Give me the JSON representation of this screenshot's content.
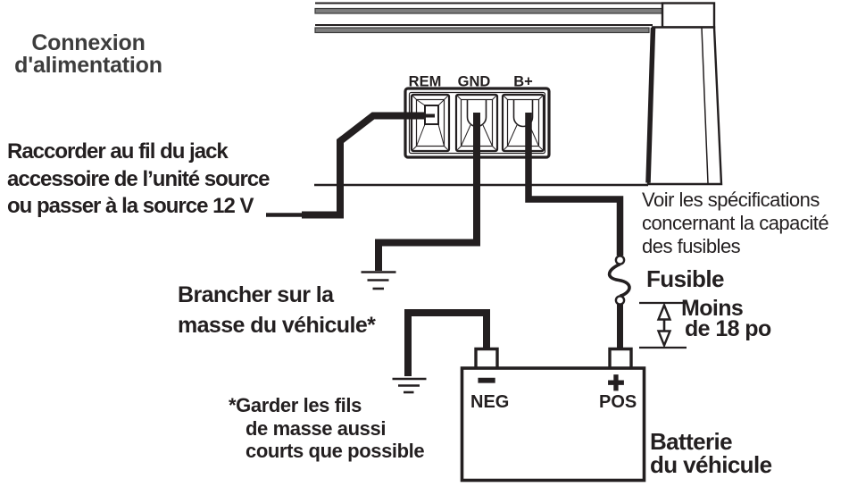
{
  "title": {
    "line1": "Connexion",
    "line2": "d'alimentation"
  },
  "amplifier": {
    "terminals": {
      "rem": "REM",
      "gnd": "GND",
      "bplus": "B+"
    }
  },
  "notes": {
    "remote": {
      "line1": "Raccorder au fil du jack",
      "line2": "accessoire de l’unité source",
      "line3": "ou passer à la source 12 V"
    },
    "fuse_spec": {
      "line1": "Voir les spécifications",
      "line2": "concernant la capacité",
      "line3": "des fusibles"
    },
    "fuse": "Fusible",
    "length": {
      "line1": "Moins",
      "line2": "de 18 po"
    },
    "ground": {
      "line1": "Brancher sur la",
      "line2": "masse du véhicule*"
    },
    "ground_note": {
      "line1": "*Garder les fils",
      "line2": "de masse aussi",
      "line3": "courts que possible"
    }
  },
  "battery": {
    "neg_sign": "−",
    "neg_label": "NEG",
    "pos_sign": "+",
    "pos_label": "POS",
    "name": {
      "line1": "Batterie",
      "line2": "du véhicule"
    }
  },
  "colors": {
    "ink": "#231f20",
    "chassis_gray": "#7d7d7d"
  }
}
